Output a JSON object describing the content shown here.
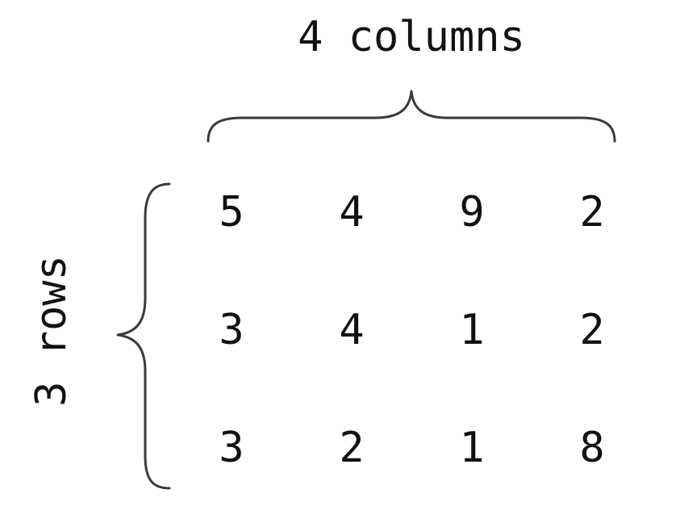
{
  "column_label": "4 columns",
  "row_label": "3 rows",
  "matrix": [
    [
      "5",
      "4",
      "9",
      "2"
    ],
    [
      "3",
      "4",
      "1",
      "2"
    ],
    [
      "3",
      "2",
      "1",
      "8"
    ]
  ],
  "colors": {
    "text": "#111111",
    "brace": "#3a3a3a",
    "background": "#ffffff"
  }
}
